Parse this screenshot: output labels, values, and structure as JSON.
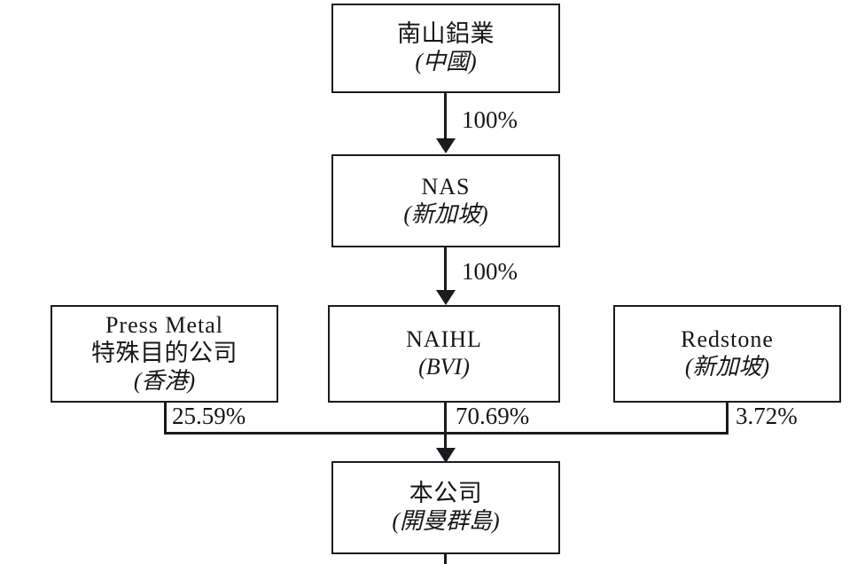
{
  "diagram": {
    "title": "Shareholding structure chart",
    "background_color": "#ffffff",
    "line_color": "#1a1a1f",
    "text_color": "#16161a",
    "nodes": [
      {
        "id": "nanshan",
        "name": "南山鋁業",
        "jurisdiction": "(中國)"
      },
      {
        "id": "nas",
        "name": "NAS",
        "jurisdiction": "(新加坡)"
      },
      {
        "id": "press-metal",
        "name": "Press Metal",
        "name_line2": "特殊目的公司",
        "jurisdiction": "(香港)"
      },
      {
        "id": "naihl",
        "name": "NAIHL",
        "jurisdiction": "(BVI)"
      },
      {
        "id": "redstone",
        "name": "Redstone",
        "jurisdiction": "(新加坡)"
      },
      {
        "id": "company",
        "name": "本公司",
        "jurisdiction": "(開曼群島)"
      }
    ],
    "edges": [
      {
        "id": "nanshan-to-nas",
        "from": "nanshan",
        "to": "nas",
        "label": "100%"
      },
      {
        "id": "nas-to-naihl",
        "from": "nas",
        "to": "naihl",
        "label": "100%"
      },
      {
        "id": "press-metal-to-company",
        "from": "press-metal",
        "to": "company",
        "label": "25.59%"
      },
      {
        "id": "naihl-to-company",
        "from": "naihl",
        "to": "company",
        "label": "70.69%"
      },
      {
        "id": "redstone-to-company",
        "from": "redstone",
        "to": "company",
        "label": "3.72%"
      }
    ]
  }
}
